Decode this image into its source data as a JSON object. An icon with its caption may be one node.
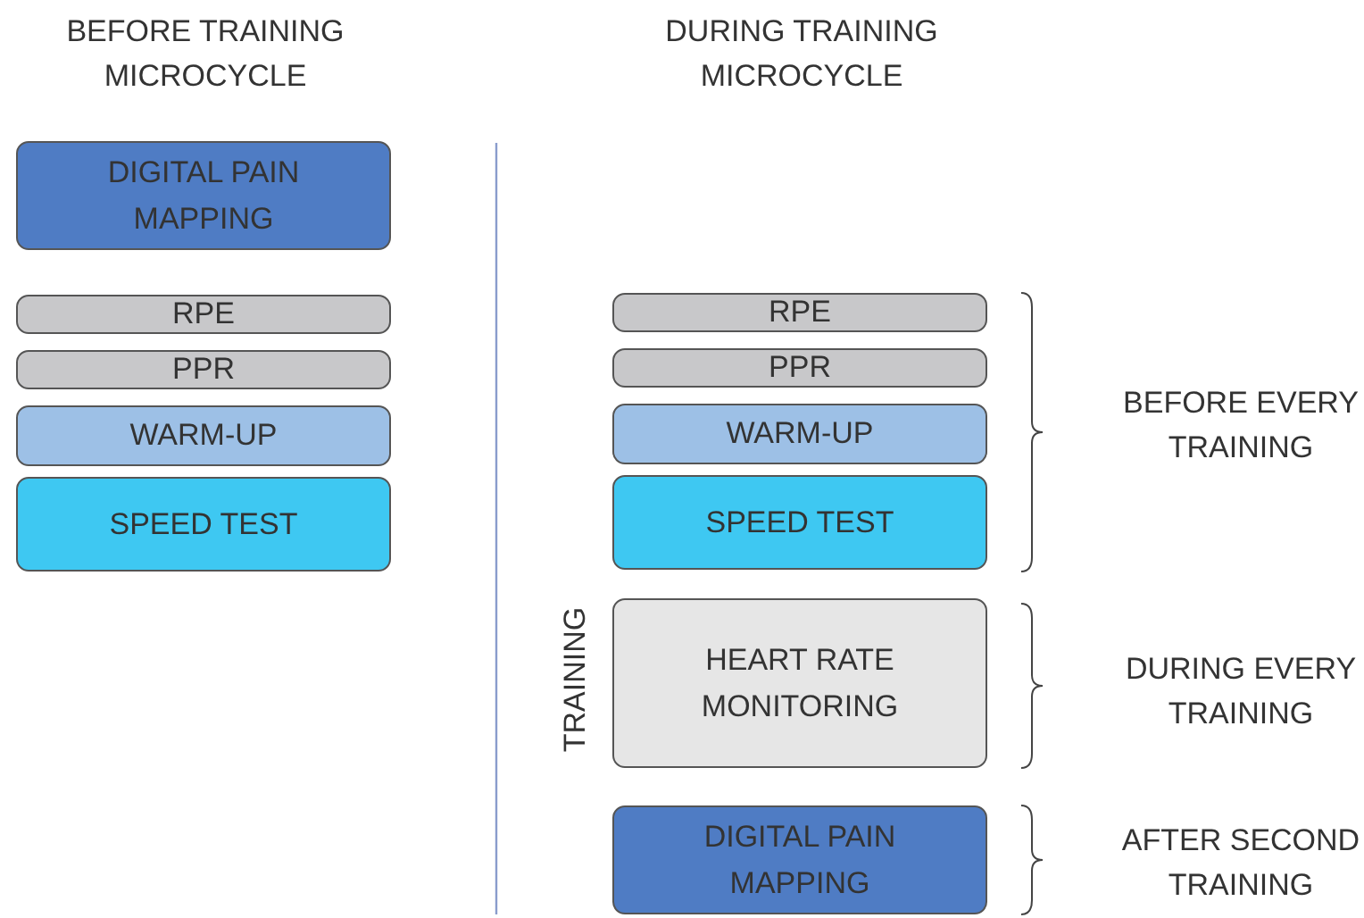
{
  "diagram": {
    "nodes": [
      {
        "text": [
          "DIGITAL PAIN MAPPING"
        ]
      },
      {
        "text": [
          "RPE"
        ]
      },
      {
        "text": [
          "PPR"
        ]
      },
      {
        "text": [
          "WARM-UP"
        ]
      },
      {
        "text": [
          "SPEED TEST"
        ]
      },
      {
        "text": [
          "RPE"
        ]
      },
      {
        "text": [
          "PPR"
        ]
      },
      {
        "text": [
          "WARM-UP"
        ]
      },
      {
        "text": [
          "SPEED TEST"
        ]
      },
      {
        "text": [
          "HEART RATE MONITORING"
        ]
      },
      {
        "text": [
          "DIGITAL PAIN MAPPING"
        ]
      }
    ],
    "labels": [
      "BEFORE TRAINING MICROCYCLE",
      "DURING TRAINING MICROCYCLE",
      "BEFORE EVERY TRAINING",
      "TRAINING",
      "DURING EVERY TRAINING",
      "AFTER SECOND TRAINING"
    ]
  }
}
